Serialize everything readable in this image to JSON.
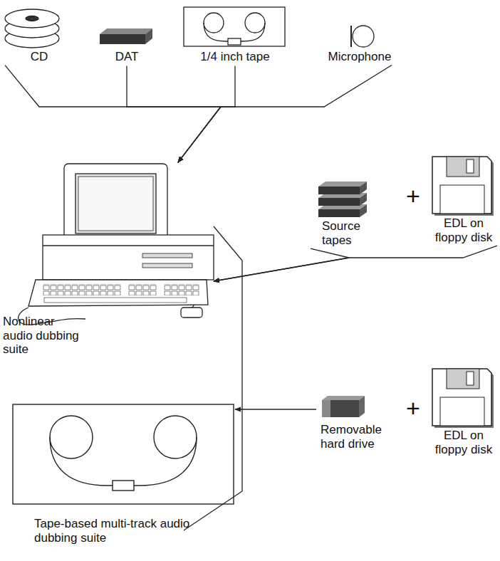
{
  "diagram": {
    "nodes": [
      {
        "text": [
          "CD"
        ]
      },
      {
        "text": [
          "DAT"
        ]
      },
      {
        "text": [
          "1/4 inch tape"
        ]
      },
      {
        "text": [
          "Microphone"
        ]
      },
      {
        "text": [
          "Nonlinear audio dubbing suite"
        ]
      },
      {
        "text": [
          "Source tapes"
        ]
      },
      {
        "text": [
          "EDL on floppy disk"
        ]
      },
      {
        "text": [
          "Removable hard drive"
        ]
      },
      {
        "text": [
          "EDL on floppy disk"
        ]
      },
      {
        "text": [
          "Tape-based multi-track audio dubbing suite"
        ]
      }
    ],
    "edges": [
      {
        "from": 0,
        "to": 4,
        "arrow": "to"
      },
      {
        "from": 1,
        "to": 4,
        "arrow": "to"
      },
      {
        "from": 2,
        "to": 4,
        "arrow": "to"
      },
      {
        "from": 3,
        "to": 4,
        "arrow": "to"
      },
      {
        "from": 5,
        "to": 4,
        "arrow": "to"
      },
      {
        "from": 6,
        "to": 4,
        "arrow": "to"
      },
      {
        "from": 7,
        "to": 9,
        "arrow": "to"
      }
    ],
    "labels": [
      "+",
      "+"
    ]
  }
}
